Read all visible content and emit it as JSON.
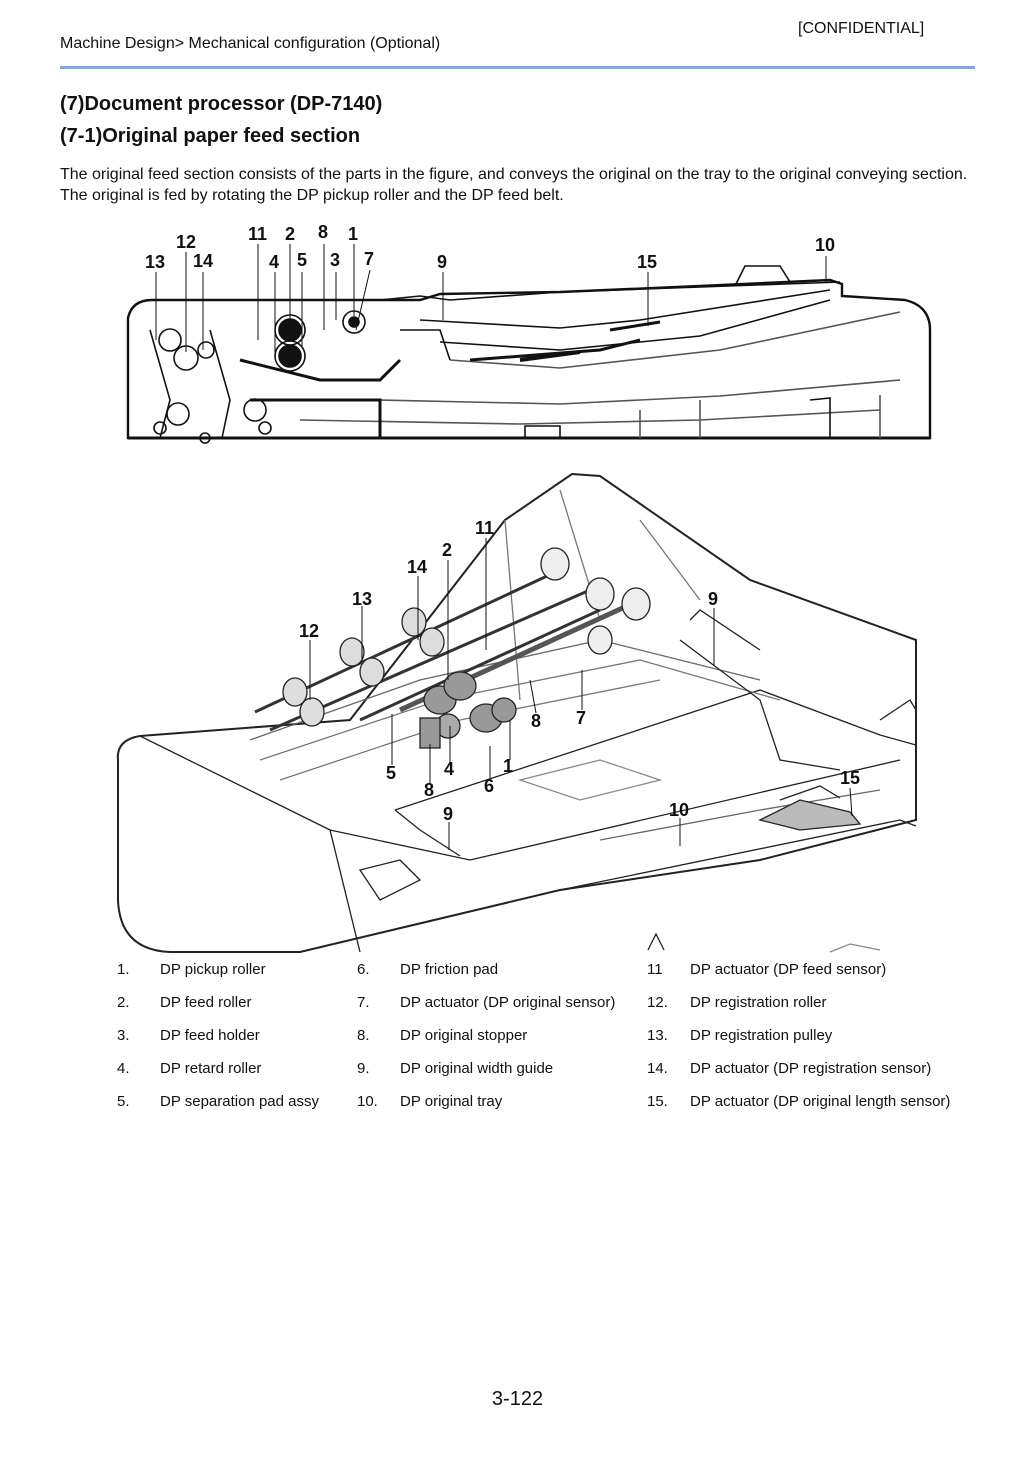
{
  "header": {
    "confidential": "[CONFIDENTIAL]",
    "breadcrumb": "Machine Design> Mechanical configuration (Optional)"
  },
  "section_title": "(7)Document processor (DP-7140)",
  "subsection_title": "(7-1)Original paper feed section",
  "intro_text": "The original feed section consists of the parts in the figure, and conveys the original on the tray to the original conveying section. The original is fed by rotating the DP pickup roller and the DP feed belt.",
  "figure_top_callouts": [
    "13",
    "12",
    "14",
    "11",
    "2",
    "4",
    "5",
    "8",
    "3",
    "1",
    "7",
    "9",
    "15",
    "10"
  ],
  "figure_bottom_callouts": [
    "11",
    "2",
    "14",
    "13",
    "12",
    "9",
    "8",
    "7",
    "5",
    "4",
    "1",
    "8",
    "6",
    "9",
    "15",
    "10"
  ],
  "parts": [
    {
      "num": "1.",
      "name": "DP pickup roller"
    },
    {
      "num": "2.",
      "name": "DP feed roller"
    },
    {
      "num": "3.",
      "name": "DP feed holder"
    },
    {
      "num": "4.",
      "name": "DP retard roller"
    },
    {
      "num": "5.",
      "name": "DP separation pad assy"
    },
    {
      "num": "6.",
      "name": "DP friction pad"
    },
    {
      "num": "7.",
      "name": "DP actuator (DP original sensor)"
    },
    {
      "num": "8.",
      "name": "DP original stopper"
    },
    {
      "num": "9.",
      "name": "DP original width guide"
    },
    {
      "num": "10.",
      "name": "DP original tray"
    },
    {
      "num": "11",
      "name": "DP actuator (DP feed sensor)"
    },
    {
      "num": "12.",
      "name": "DP registration roller"
    },
    {
      "num": "13.",
      "name": "DP registration pulley"
    },
    {
      "num": "14.",
      "name": "DP actuator (DP registration sensor)"
    },
    {
      "num": "15.",
      "name": "DP actuator (DP original length sensor)"
    }
  ],
  "page_number": "3-122"
}
